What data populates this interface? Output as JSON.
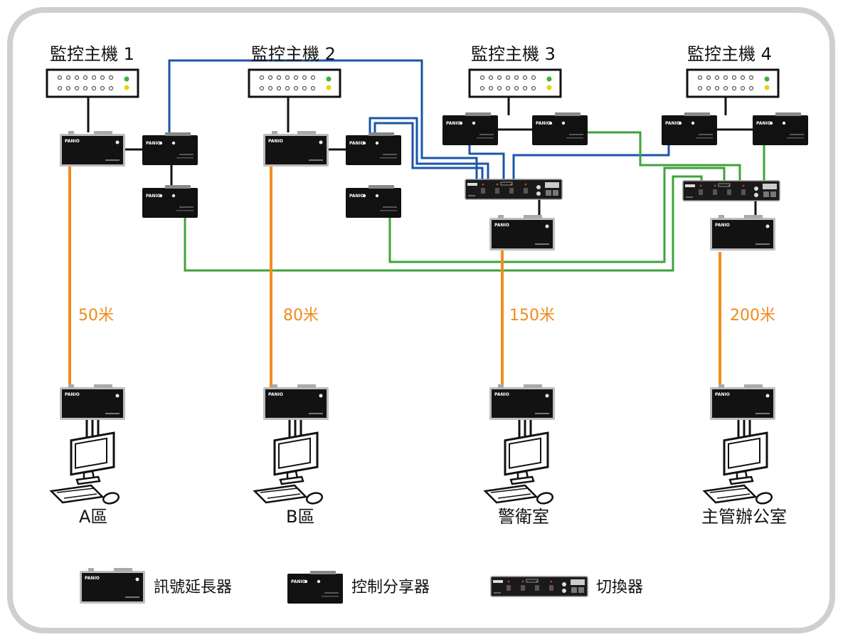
{
  "hosts": [
    {
      "label": "監控主機 1"
    },
    {
      "label": "監控主機 2"
    },
    {
      "label": "監控主機 3"
    },
    {
      "label": "監控主機 4"
    }
  ],
  "distances": [
    {
      "label": "50米"
    },
    {
      "label": "80米"
    },
    {
      "label": "150米"
    },
    {
      "label": "200米"
    }
  ],
  "locations": [
    {
      "label": "A區"
    },
    {
      "label": "B區"
    },
    {
      "label": "警衛室"
    },
    {
      "label": "主管辦公室"
    }
  ],
  "legend": [
    {
      "label": "訊號延長器",
      "icon": "extender-icon"
    },
    {
      "label": "控制分享器",
      "icon": "splitter-icon"
    },
    {
      "label": "切換器",
      "icon": "switch-icon"
    }
  ],
  "device_brand": "PANIO",
  "colors": {
    "blue": "#1a56a8",
    "green": "#3ea33a",
    "orange": "#f28c1e",
    "black": "#111111",
    "frame": "#cfcfcf"
  }
}
